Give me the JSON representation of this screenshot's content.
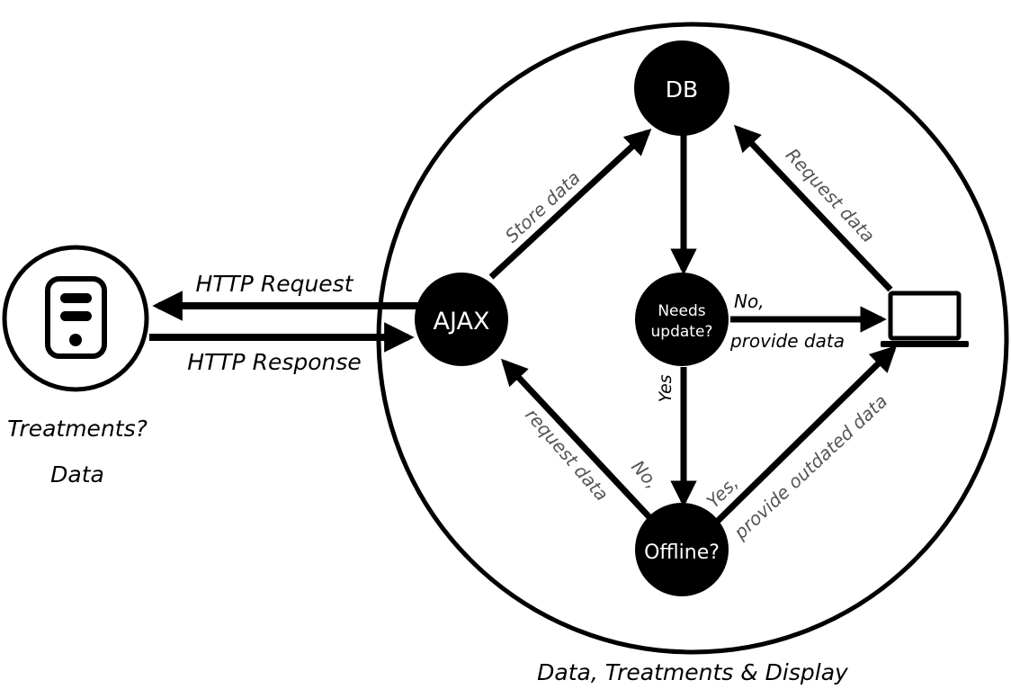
{
  "nodes": {
    "db": "DB",
    "ajax": "AJAX",
    "needs_update_line1": "Needs",
    "needs_update_line2": "update?",
    "offline": "Offline?"
  },
  "edges": {
    "http_request": "HTTP Request",
    "http_response": "HTTP Response",
    "store_data": "Store data",
    "request_data_laptop": "Request data",
    "no_provide_line1": "No,",
    "no_provide_line2": "provide data",
    "yes": "Yes",
    "no_request_line1": "No,",
    "no_request_line2": "request data",
    "yes_outdated_line1": "Yes,",
    "yes_outdated_line2": "provide outdated data"
  },
  "captions": {
    "server_line1": "Treatments?",
    "server_line2": "Data",
    "client": "Data, Treatments & Display"
  },
  "icons": {
    "server": "server-icon",
    "laptop": "laptop-icon"
  }
}
